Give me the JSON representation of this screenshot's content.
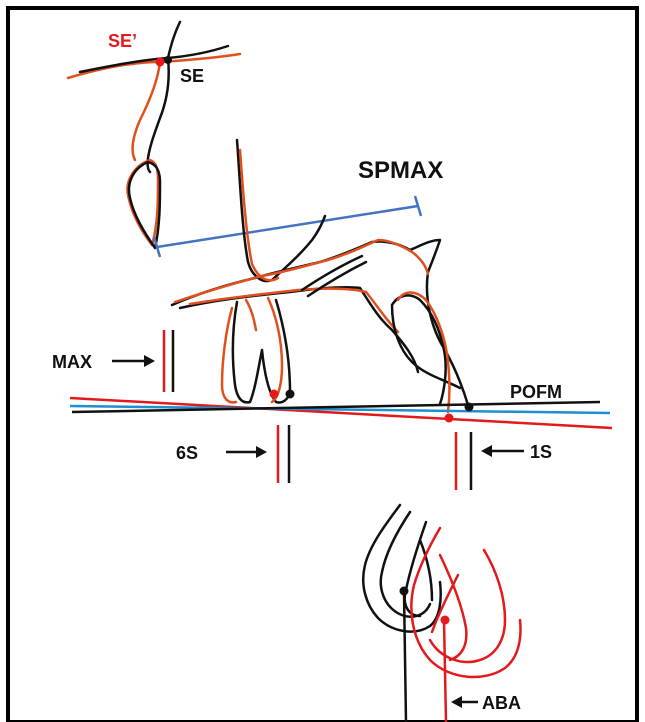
{
  "colors": {
    "frame": "#000000",
    "black_trace": "#111111",
    "orange_trace": "#e0501e",
    "red": "#e3191c",
    "blue_line": "#4472c4",
    "teal_line": "#1f8fcf"
  },
  "labels": {
    "se_prime": "SE’",
    "se": "SE",
    "spmax": "SPMAX",
    "max": "MAX",
    "pofm": "POFM",
    "six_s": "6S",
    "one_s": "1S",
    "aba": "ABA"
  }
}
